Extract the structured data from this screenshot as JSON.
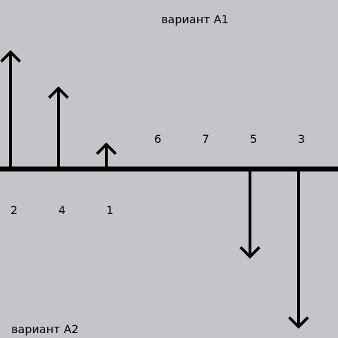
{
  "title_top": "вариант А1",
  "title_bottom": "вариант А2",
  "upper_labels": [
    "6",
    "7",
    "5",
    "3"
  ],
  "lower_labels": [
    "2",
    "4",
    "1"
  ],
  "arrows": [
    {
      "direction": "up",
      "magnitude": 2
    },
    {
      "direction": "up",
      "magnitude": 1.38
    },
    {
      "direction": "up",
      "magnitude": 0.42
    },
    {
      "direction": "down",
      "magnitude": 1.5
    },
    {
      "direction": "down",
      "magnitude": 2.7
    }
  ]
}
